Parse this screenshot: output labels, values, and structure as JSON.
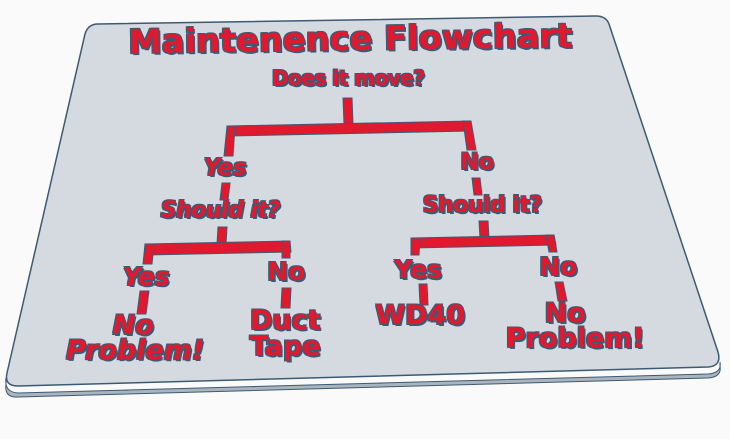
{
  "title": "Maintenence Flowchart",
  "colors": {
    "plate": "#d4dadf",
    "plate_edge": "#3d5a75",
    "plate_side": "#aab4bc",
    "accent": "#e0192f",
    "outline": "#3d5a75",
    "background": "#fafafa"
  },
  "nodes": {
    "root": "Does it move?",
    "left_branch": "Yes",
    "left_question": "Should it?",
    "left_yes": "Yes",
    "left_yes_result": "No Problem!",
    "left_yes_result_l1": "No",
    "left_yes_result_l2": "Problem!",
    "left_no": "No",
    "left_no_result_l1": "Duct",
    "left_no_result_l2": "Tape",
    "right_branch": "No",
    "right_question": "Should it?",
    "right_yes": "Yes",
    "right_yes_result": "WD40",
    "right_no": "No",
    "right_no_result_l1": "No",
    "right_no_result_l2": "Problem!"
  }
}
